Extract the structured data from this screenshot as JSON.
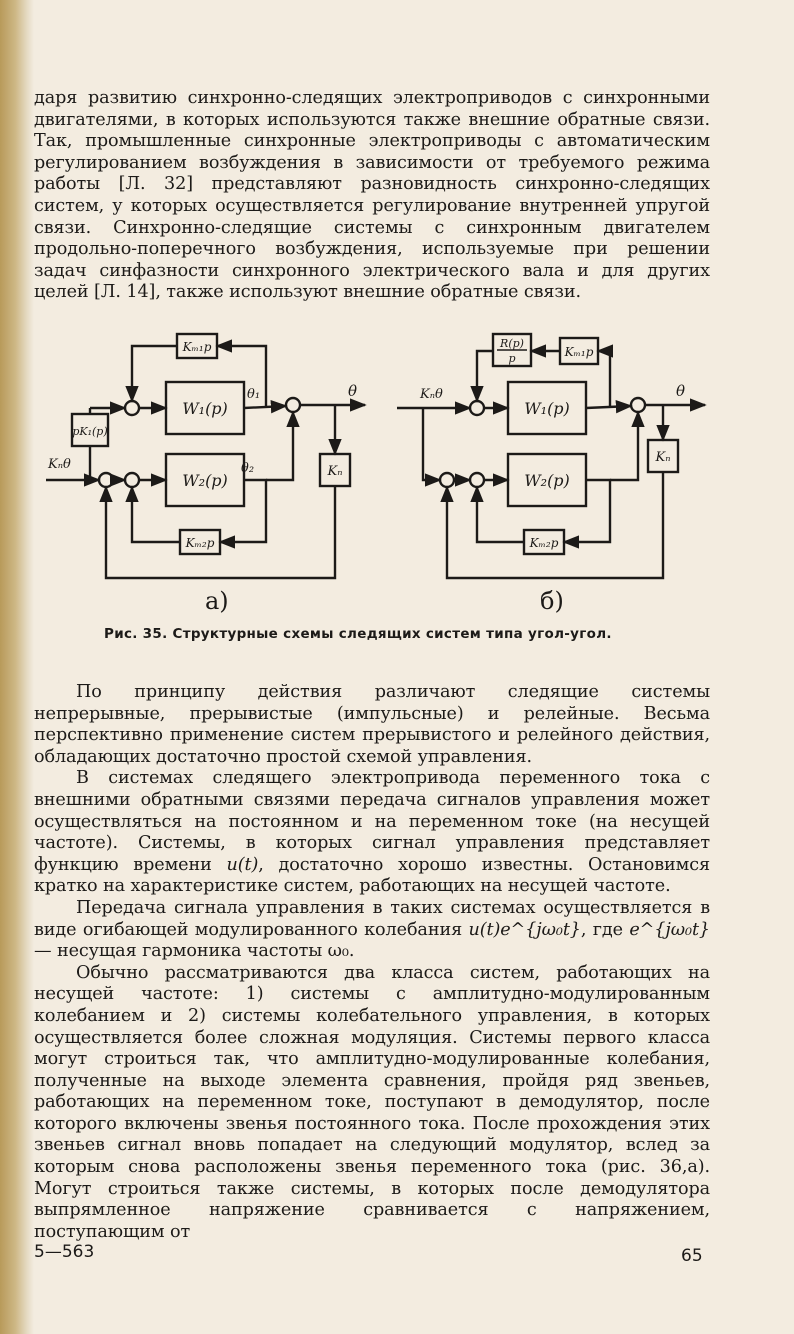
{
  "top_paragraph": "даря развитию синхронно-следящих электроприводов с синхронными двигателями, в которых используются также внешние обратные связи. Так, промышленные синхронные электроприводы с автоматическим регулированием возбуждения в зависимости от требуемого режима работы [Л. 32] представляют разновидность синхронно-следящих систем, у которых осуществляется регулирование внутренней упругой связи. Синхронно-следящие системы с синхронным двигателем продольно-поперечного возбуждения, используемые при решении задач синфазности синхронного электрического вала и для других целей [Л. 14], также используют внешние обратные связи.",
  "figure": {
    "a": {
      "label": "а)",
      "w1": "W₁(p)",
      "w2": "W₂(p)",
      "k_top": "Kₘ₁p",
      "k_bottom": "Kₘ₂p",
      "pk": "pK₁(p)",
      "kn": "Kₙ",
      "input": "Kₙθ",
      "theta1": "θ₁",
      "theta2": "θ₂",
      "output": "θ"
    },
    "b": {
      "label": "б)",
      "w1": "W₁(p)",
      "w2": "W₂(p)",
      "rp_num": "R(p)",
      "rp_den": "p",
      "k_top": "Kₘ₁p",
      "k_bottom": "Kₘ₂p",
      "kn": "Kₙ",
      "input": "Kₙθ",
      "output": "θ"
    }
  },
  "caption": "Рис. 35. Структурные схемы следящих систем типа угол-угол.",
  "paragraphs": {
    "p1": "По принципу действия различают следящие системы непрерывные, прерывистые (импульсные) и релейные. Весьма перспективно применение систем прерывистого и релейного действия, обладающих достаточно простой схемой управления.",
    "p2_a": "В системах следящего электропривода переменного тока с внешними обратными связями передача сигналов управления может осуществляться на постоянном и на переменном токе (на несущей частоте). Системы, в которых сигнал управления представляет функцию времени ",
    "p2_math": "u(t)",
    "p2_b": ", достаточно хорошо известны. Остановимся кратко на характеристике систем, работающих на несущей частоте.",
    "p3_a": "Передача сигнала управления в таких системах осуществляется в виде огибающей модулированного колебания ",
    "p3_math1": "u(t)e^{jω₀t}",
    "p3_b": ", где ",
    "p3_math2": "e^{jω₀t}",
    "p3_c": " — несущая гармоника частоты ω₀.",
    "p4": "Обычно рассматриваются два класса систем, работающих на несущей частоте: 1) системы с амплитудно-модулированным колебанием и 2) системы колебательного управления, в которых осуществляется более сложная модуляция. Системы первого класса могут строиться так, что амплитудно-модулированные колебания, полученные на выходе элемента сравнения, пройдя ряд звеньев, работающих на переменном токе, поступают в демодулятор, после которого включены звенья постоянного тока. После прохождения этих звеньев сигнал вновь попадает на следующий модулятор, вслед за которым снова расположены звенья переменного тока (рис. 36,а). Могут строиться также системы, в которых после демодулятора выпрямленное напряжение сравнивается с напряжением, поступающим от"
  },
  "footer": {
    "signature": "5—563",
    "page_number": "65"
  }
}
